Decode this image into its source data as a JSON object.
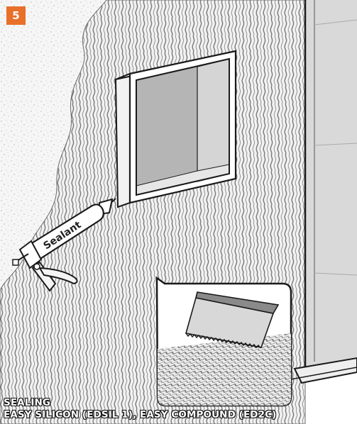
{
  "step": {
    "number": "5"
  },
  "caption": {
    "line1": "SEALING",
    "line2": "EASY SILICON (EDSIL 1), EASY COMPOUND (ED2C)"
  },
  "tool": {
    "label": "Sealant"
  },
  "colors": {
    "accent": "#e8702a",
    "wall_texture": "#8f8f8f",
    "wall_base": "#f0f0f0",
    "niche_inner": "#b5b5b5",
    "shower_wall": "#d9d9d9",
    "outline": "#1a1a1a"
  }
}
